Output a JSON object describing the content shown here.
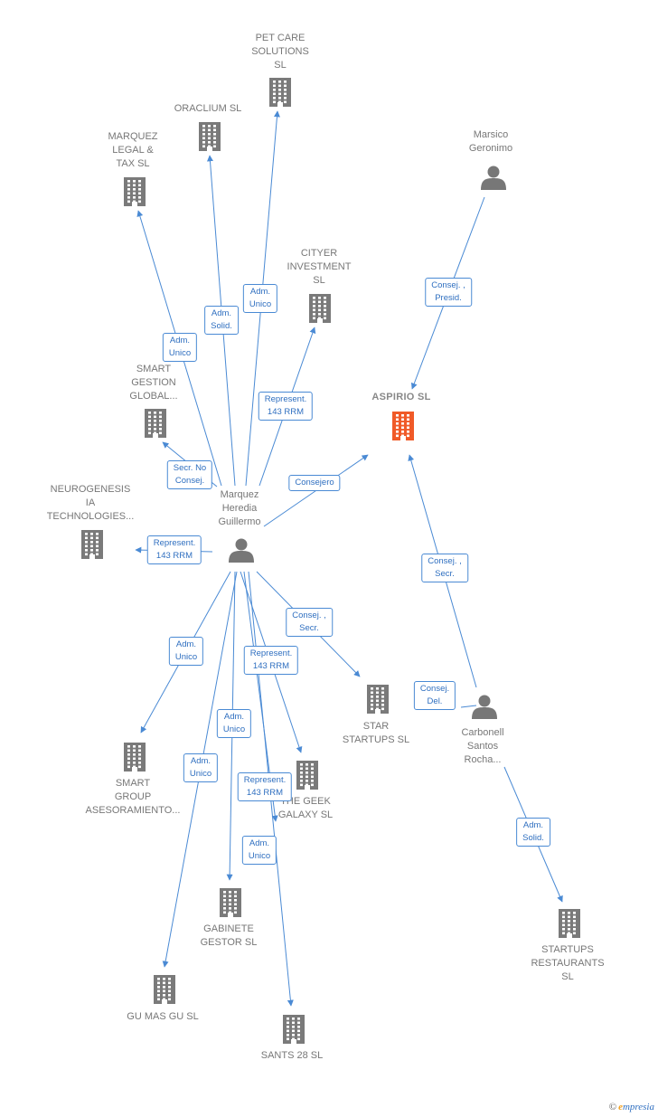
{
  "colors": {
    "edge": "#4a8ad4",
    "company": "#7a7a7a",
    "person": "#777777",
    "focus": "#f05a28"
  },
  "nodes": [
    {
      "id": "pet",
      "type": "company",
      "label": [
        "PET CARE",
        "SOLUTIONS",
        "SL"
      ]
    },
    {
      "id": "ora",
      "type": "company",
      "label": [
        "ORACLIUM  SL"
      ]
    },
    {
      "id": "mlt",
      "type": "company",
      "label": [
        "MARQUEZ",
        "LEGAL &",
        "TAX SL"
      ]
    },
    {
      "id": "cit",
      "type": "company",
      "label": [
        "CITYER",
        "INVESTMENT",
        "SL"
      ]
    },
    {
      "id": "sgg",
      "type": "company",
      "label": [
        "SMART",
        "GESTION",
        "GLOBAL..."
      ]
    },
    {
      "id": "asp",
      "type": "focus",
      "label": [
        "ASPIRIO  SL"
      ]
    },
    {
      "id": "mag",
      "type": "person",
      "label": [
        "Marsico",
        "Geronimo"
      ]
    },
    {
      "id": "neu",
      "type": "company",
      "label": [
        "NEUROGENESIS",
        "IA",
        "TECHNOLOGIES..."
      ]
    },
    {
      "id": "mhg",
      "type": "person",
      "label": [
        "Marquez",
        "Heredia",
        "Guillermo"
      ]
    },
    {
      "id": "sta",
      "type": "company",
      "label": [
        "STAR",
        "STARTUPS  SL"
      ]
    },
    {
      "id": "csr",
      "type": "person",
      "label": [
        "Carbonell",
        "Santos",
        "Rocha..."
      ]
    },
    {
      "id": "sga",
      "type": "company",
      "label": [
        "SMART",
        "GROUP",
        "ASESORAMIENTO..."
      ]
    },
    {
      "id": "geek",
      "type": "company",
      "label": [
        "THE GEEK",
        "GALAXY  SL"
      ]
    },
    {
      "id": "gab",
      "type": "company",
      "label": [
        "GABINETE",
        "GESTOR SL"
      ]
    },
    {
      "id": "str",
      "type": "company",
      "label": [
        "STARTUPS",
        "RESTAURANTS",
        "SL"
      ]
    },
    {
      "id": "gum",
      "type": "company",
      "label": [
        "GU MAS GU  SL"
      ]
    },
    {
      "id": "san",
      "type": "company",
      "label": [
        "SANTS 28  SL"
      ]
    }
  ],
  "edges": [
    {
      "id": "e1",
      "label": [
        "Adm.",
        "Unico"
      ]
    },
    {
      "id": "e2",
      "label": [
        "Adm.",
        "Solid."
      ]
    },
    {
      "id": "e3",
      "label": [
        "Adm.",
        "Unico"
      ]
    },
    {
      "id": "e4",
      "label": [
        "Represent.",
        "143 RRM"
      ]
    },
    {
      "id": "e5",
      "label": [
        "Secr.  No",
        "Consej."
      ]
    },
    {
      "id": "e6",
      "label": [
        "Consejero"
      ]
    },
    {
      "id": "e7",
      "label": [
        "Consej. ,",
        "Presid."
      ]
    },
    {
      "id": "e8",
      "label": [
        "Represent.",
        "143 RRM"
      ]
    },
    {
      "id": "e9",
      "label": [
        "Consej. ,",
        "Secr."
      ]
    },
    {
      "id": "e10",
      "label": [
        "Consej. ,",
        "Secr."
      ]
    },
    {
      "id": "e11",
      "label": [
        "Consej.",
        "Del."
      ]
    },
    {
      "id": "e12",
      "label": [
        "Adm.",
        "Unico"
      ]
    },
    {
      "id": "e13",
      "label": [
        "Represent.",
        "143 RRM"
      ]
    },
    {
      "id": "e14",
      "label": [
        "Adm.",
        "Unico"
      ]
    },
    {
      "id": "e15",
      "label": [
        "Adm.",
        "Unico"
      ]
    },
    {
      "id": "e16",
      "label": [
        "Represent.",
        "143 RRM"
      ]
    },
    {
      "id": "e17",
      "label": [
        "Adm.",
        "Unico"
      ]
    },
    {
      "id": "e18",
      "label": [
        "Adm.",
        "Solid."
      ]
    }
  ],
  "brand": {
    "copyright": "©",
    "first_letter": "e",
    "rest": "mpresia"
  }
}
